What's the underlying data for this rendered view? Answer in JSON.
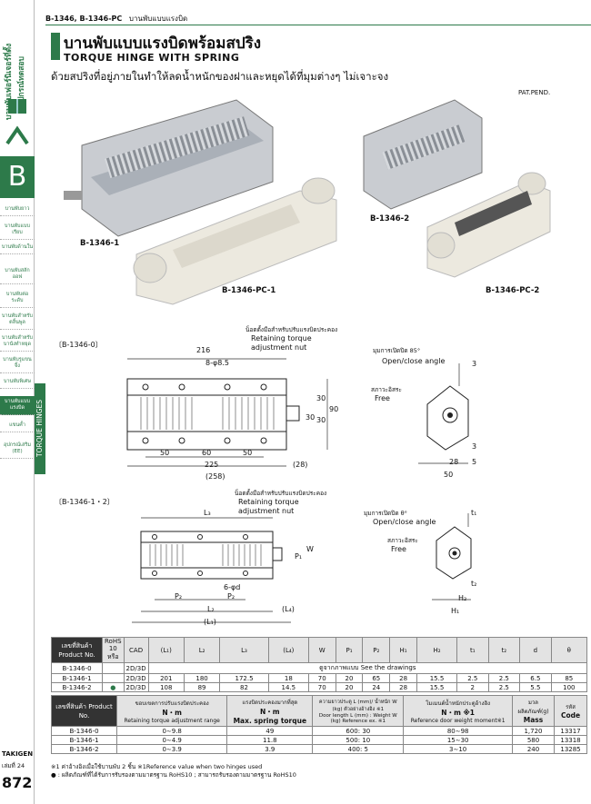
{
  "header": {
    "code": "B-1346, B-1346-PC",
    "category": "บานพับแบบแรงบิด"
  },
  "sidebar": {
    "vertical_title": "บานพับเฟอร์นิเจอร์ที่ตั้งอุปกรณ์ทดสอบ",
    "section_letter": "B",
    "items": [
      {
        "label": "บานพับยาว"
      },
      {
        "label": "บานพับแบบเรียบ"
      },
      {
        "label": "บานพับด้านใน"
      },
      {
        "label": "บานพับสลักออฟ"
      },
      {
        "label": "บานพับต่อระดับ"
      },
      {
        "label": "บานพับสำหรับตลิ้นพูล"
      },
      {
        "label": "บานพับสำหรับบานังทำหยุด"
      },
      {
        "label": "บานพับรูแขนจิ้ง"
      },
      {
        "label": "บานพับพิเศษ"
      },
      {
        "label": "บานพับแบบแรงบิด"
      },
      {
        "label": "แขนค้ำ"
      },
      {
        "label": "อุปกรณ์เสริม (EE)"
      }
    ],
    "tab_label": "TORQUE HINGES",
    "brand": "TAKIGEN",
    "page_label": "เล่มที่ 24",
    "page_number": "872"
  },
  "title": {
    "th": "บานพับแบบแรงบิดพร้อมสปริง",
    "en": "TORQUE HINGE WITH SPRING",
    "description": "ด้วยสปริงที่อยู่ภายในทำให้ลดน้ำหนักของฝาและหยุดได้ที่มุมต่างๆ ไม่เจาะจง",
    "pat_pend": "PAT.PEND."
  },
  "photos": {
    "p1": "B-1346-1",
    "p2": "B-1346-PC-1",
    "p3": "B-1346-2",
    "p4": "B-1346-PC-2"
  },
  "drawing1": {
    "section": "〔B-1346-0〕",
    "nut_note_th": "น็อตตั้งมือสำหรับปรับแรงบิดประคอง",
    "nut_note_en1": "Retaining torque",
    "nut_note_en2": "adjustment nut",
    "dims": {
      "d216": "216",
      "hole": "8-φ8.5",
      "d50a": "50",
      "d60": "60",
      "d50b": "50",
      "d225": "225",
      "d258": "(258)",
      "d28": "(28)",
      "d30a": "30",
      "d30b": "30",
      "d30c": "30",
      "d90": "90"
    },
    "angle_label_th": "มุมการเปิดปิด 85°",
    "angle_label_en": "Open/close angle",
    "free_th": "สภาวะอิสระ",
    "free_en": "Free",
    "side": {
      "d3a": "3",
      "d3b": "3",
      "d28": "28",
      "d5": "5",
      "d50": "50"
    }
  },
  "drawing2": {
    "section": "〔B-1346-1・2〕",
    "nut_note_th": "น็อตตั้งมือสำหรับปรับแรงบิดประคอง",
    "nut_note_en1": "Retaining torque",
    "nut_note_en2": "adjustment nut",
    "dims": {
      "L3": "L₃",
      "hole": "6-φd",
      "P2a": "P₂",
      "P2b": "P₂",
      "L2": "L₂",
      "L1": "(L₁)",
      "L4": "(L₄)",
      "P1": "P₁",
      "W": "W"
    },
    "angle_label_th": "มุมการเปิดปิด θ°",
    "angle_label_en": "Open/close angle",
    "free_th": "สภาวะอิสระ",
    "free_en": "Free",
    "side": {
      "t1": "t₁",
      "t2": "t₂",
      "H2": "H₂",
      "H1": "H₁"
    }
  },
  "table1": {
    "headers": [
      "เลขที่สินค้า Product No.",
      "RoHS 10 หรือ",
      "CAD",
      "(L₁)",
      "L₂",
      "L₃",
      "(L₄)",
      "W",
      "P₁",
      "P₂",
      "H₁",
      "H₂",
      "t₁",
      "t₂",
      "d",
      "θ"
    ],
    "note_row": "ดูจากภาพแบบ  See the drawings",
    "rows": [
      {
        "product": "B-1346-0",
        "rohs": "",
        "cad": "2D/3D"
      },
      {
        "product": "B-1346-1",
        "rohs": "",
        "cad": "2D/3D",
        "L1": "201",
        "L2": "180",
        "L3": "172.5",
        "L4": "18",
        "W": "70",
        "P1": "20",
        "P2": "65",
        "H1": "28",
        "H2": "15.5",
        "t1": "2.5",
        "t2": "2.5",
        "d": "6.5",
        "theta": "85"
      },
      {
        "product": "B-1346-2",
        "rohs": "●",
        "cad": "2D/3D",
        "L1": "108",
        "L2": "89",
        "L3": "82",
        "L4": "14.5",
        "W": "70",
        "P1": "20",
        "P2": "24",
        "H1": "28",
        "H2": "15.5",
        "t1": "2",
        "t2": "2.5",
        "d": "5.5",
        "theta": "100"
      }
    ]
  },
  "table2": {
    "headers": {
      "product": "เลขที่สินค้า Product No.",
      "range_th": "ขอบเขตการปรับแรงบิดประคอง",
      "range_unit": "N・m",
      "range_en": "Retaining torque adjustment range",
      "max_th": "แรงบิดประคองมากที่สุด",
      "max_unit": "N・m",
      "max_en": "Max. spring torque",
      "door_th": "ความยาวประตู L (mm)/ น้ำหนัก W (kg) ตัวอย่างอ้างอิง ※1",
      "door_en": "Door length L (mm) : Weight W (kg) Reference ex. ※1",
      "moment_th": "โมเมนต์น้ำหนักประตูอ้างอิง",
      "moment_unit": "N・m ※1",
      "moment_en": "Reference door weight moment※1",
      "mass_th": "มวลผลิตภัณฑ์(g)",
      "mass_en": "Mass",
      "code_th": "รหัส",
      "code_en": "Code"
    },
    "rows": [
      {
        "product": "B-1346-0",
        "range": "0∼9.8",
        "max": "49",
        "door": "600: 30",
        "moment": "80∼98",
        "mass": "1,720",
        "code": "13317"
      },
      {
        "product": "B-1346-1",
        "range": "0∼4.9",
        "max": "11.8",
        "door": "500: 10",
        "moment": "15∼30",
        "mass": "580",
        "code": "13318"
      },
      {
        "product": "B-1346-2",
        "range": "0∼3.9",
        "max": "3.9",
        "door": "400:  5",
        "moment": "3∼10",
        "mass": "240",
        "code": "13285"
      }
    ]
  },
  "notes": {
    "n1": "※1 ค่าอ้างอิงเมื่อใช้บานพับ 2 ชิ้น  ※1Reference value when two hinges used",
    "n2": "● : ผลิตภัณฑ์ที่ได้รับการรับรองตามมาตรฐาน RoHS10  ; สามารถรับรองตามมาตรฐาน RoHS10"
  }
}
